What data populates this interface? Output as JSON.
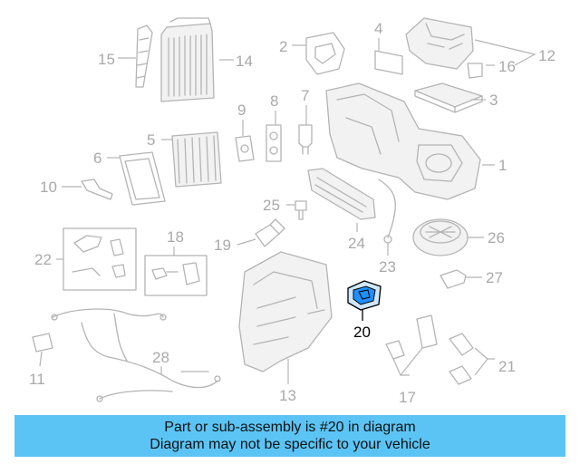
{
  "diagram": {
    "callouts": [
      "15",
      "14",
      "2",
      "4",
      "12",
      "16",
      "3",
      "9",
      "8",
      "7",
      "5",
      "6",
      "1",
      "10",
      "25",
      "24",
      "22",
      "18",
      "19",
      "26",
      "23",
      "27",
      "20",
      "11",
      "28",
      "13",
      "17",
      "21"
    ],
    "highlight": "20",
    "highlight_color": "#1e90ff"
  },
  "banner": {
    "line1": "Part or sub-assembly is #20 in diagram",
    "line2": "Diagram may not be specific to your vehicle",
    "background": "#5bc4f5"
  }
}
